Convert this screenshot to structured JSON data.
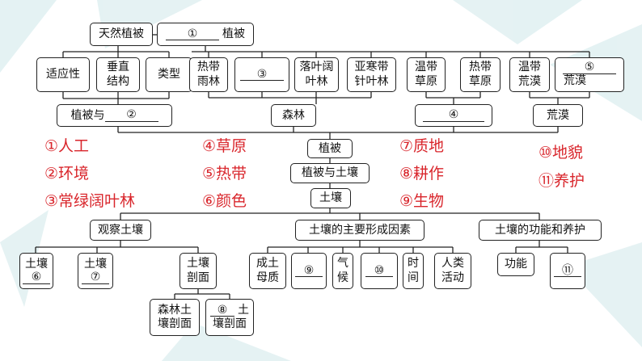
{
  "nodes": {
    "natural_veg": "天然植被",
    "blank1": "①",
    "veg": "植被",
    "adaptability": "适应性",
    "vertical_structure": [
      "垂直",
      "结构"
    ],
    "types": "类型",
    "tropical_rainforest": [
      "热带",
      "雨林"
    ],
    "blank3": "③",
    "deciduous": [
      "落叶阔",
      "叶林"
    ],
    "subfrigid": [
      "亚寒带",
      "针叶林"
    ],
    "temperate_grassland": [
      "温带",
      "草原"
    ],
    "tropical_grassland": [
      "热带",
      "草原"
    ],
    "temperate_desert": [
      "温带",
      "荒漠"
    ],
    "blank5": "⑤",
    "desert_word": "荒漠",
    "veg_and": "植被与",
    "blank2": "②",
    "forest": "森林",
    "blank4": "④",
    "desert": "荒漠",
    "veg_center": "植被",
    "veg_and_soil": "植被与土壤",
    "soil": "土壤",
    "observe_soil": "观察土壤",
    "formation_factors": "土壤的主要形成因素",
    "function_protection": "土壤的功能和养护",
    "soil6_label": "土壤",
    "blank6": "⑥",
    "soil7_label": "土壤",
    "blank7": "⑦",
    "soil_profile": [
      "土壤",
      "剖面"
    ],
    "forest_soil_profile": [
      "森林土",
      "壤剖面"
    ],
    "blank8": "⑧",
    "soil_word": "土",
    "profile_word": "壤剖面",
    "parent_material": [
      "成土",
      "母质"
    ],
    "blank9": "⑨",
    "climate": [
      "气",
      "候"
    ],
    "blank10": "⑩",
    "time": [
      "时",
      "间"
    ],
    "human": [
      "人类",
      "活动"
    ],
    "function": "功能",
    "blank11": "⑪"
  },
  "answers": [
    "①人工",
    "②环境",
    "③常绿阔叶林",
    "④草原",
    "⑤热带",
    "⑥颜色",
    "⑦质地",
    "⑧耕作",
    "⑨生物",
    "⑩地貌",
    "⑪养护"
  ],
  "colors": {
    "answer_red": "#d9262c",
    "line": "#222222",
    "decor": "#cfe8ea"
  }
}
